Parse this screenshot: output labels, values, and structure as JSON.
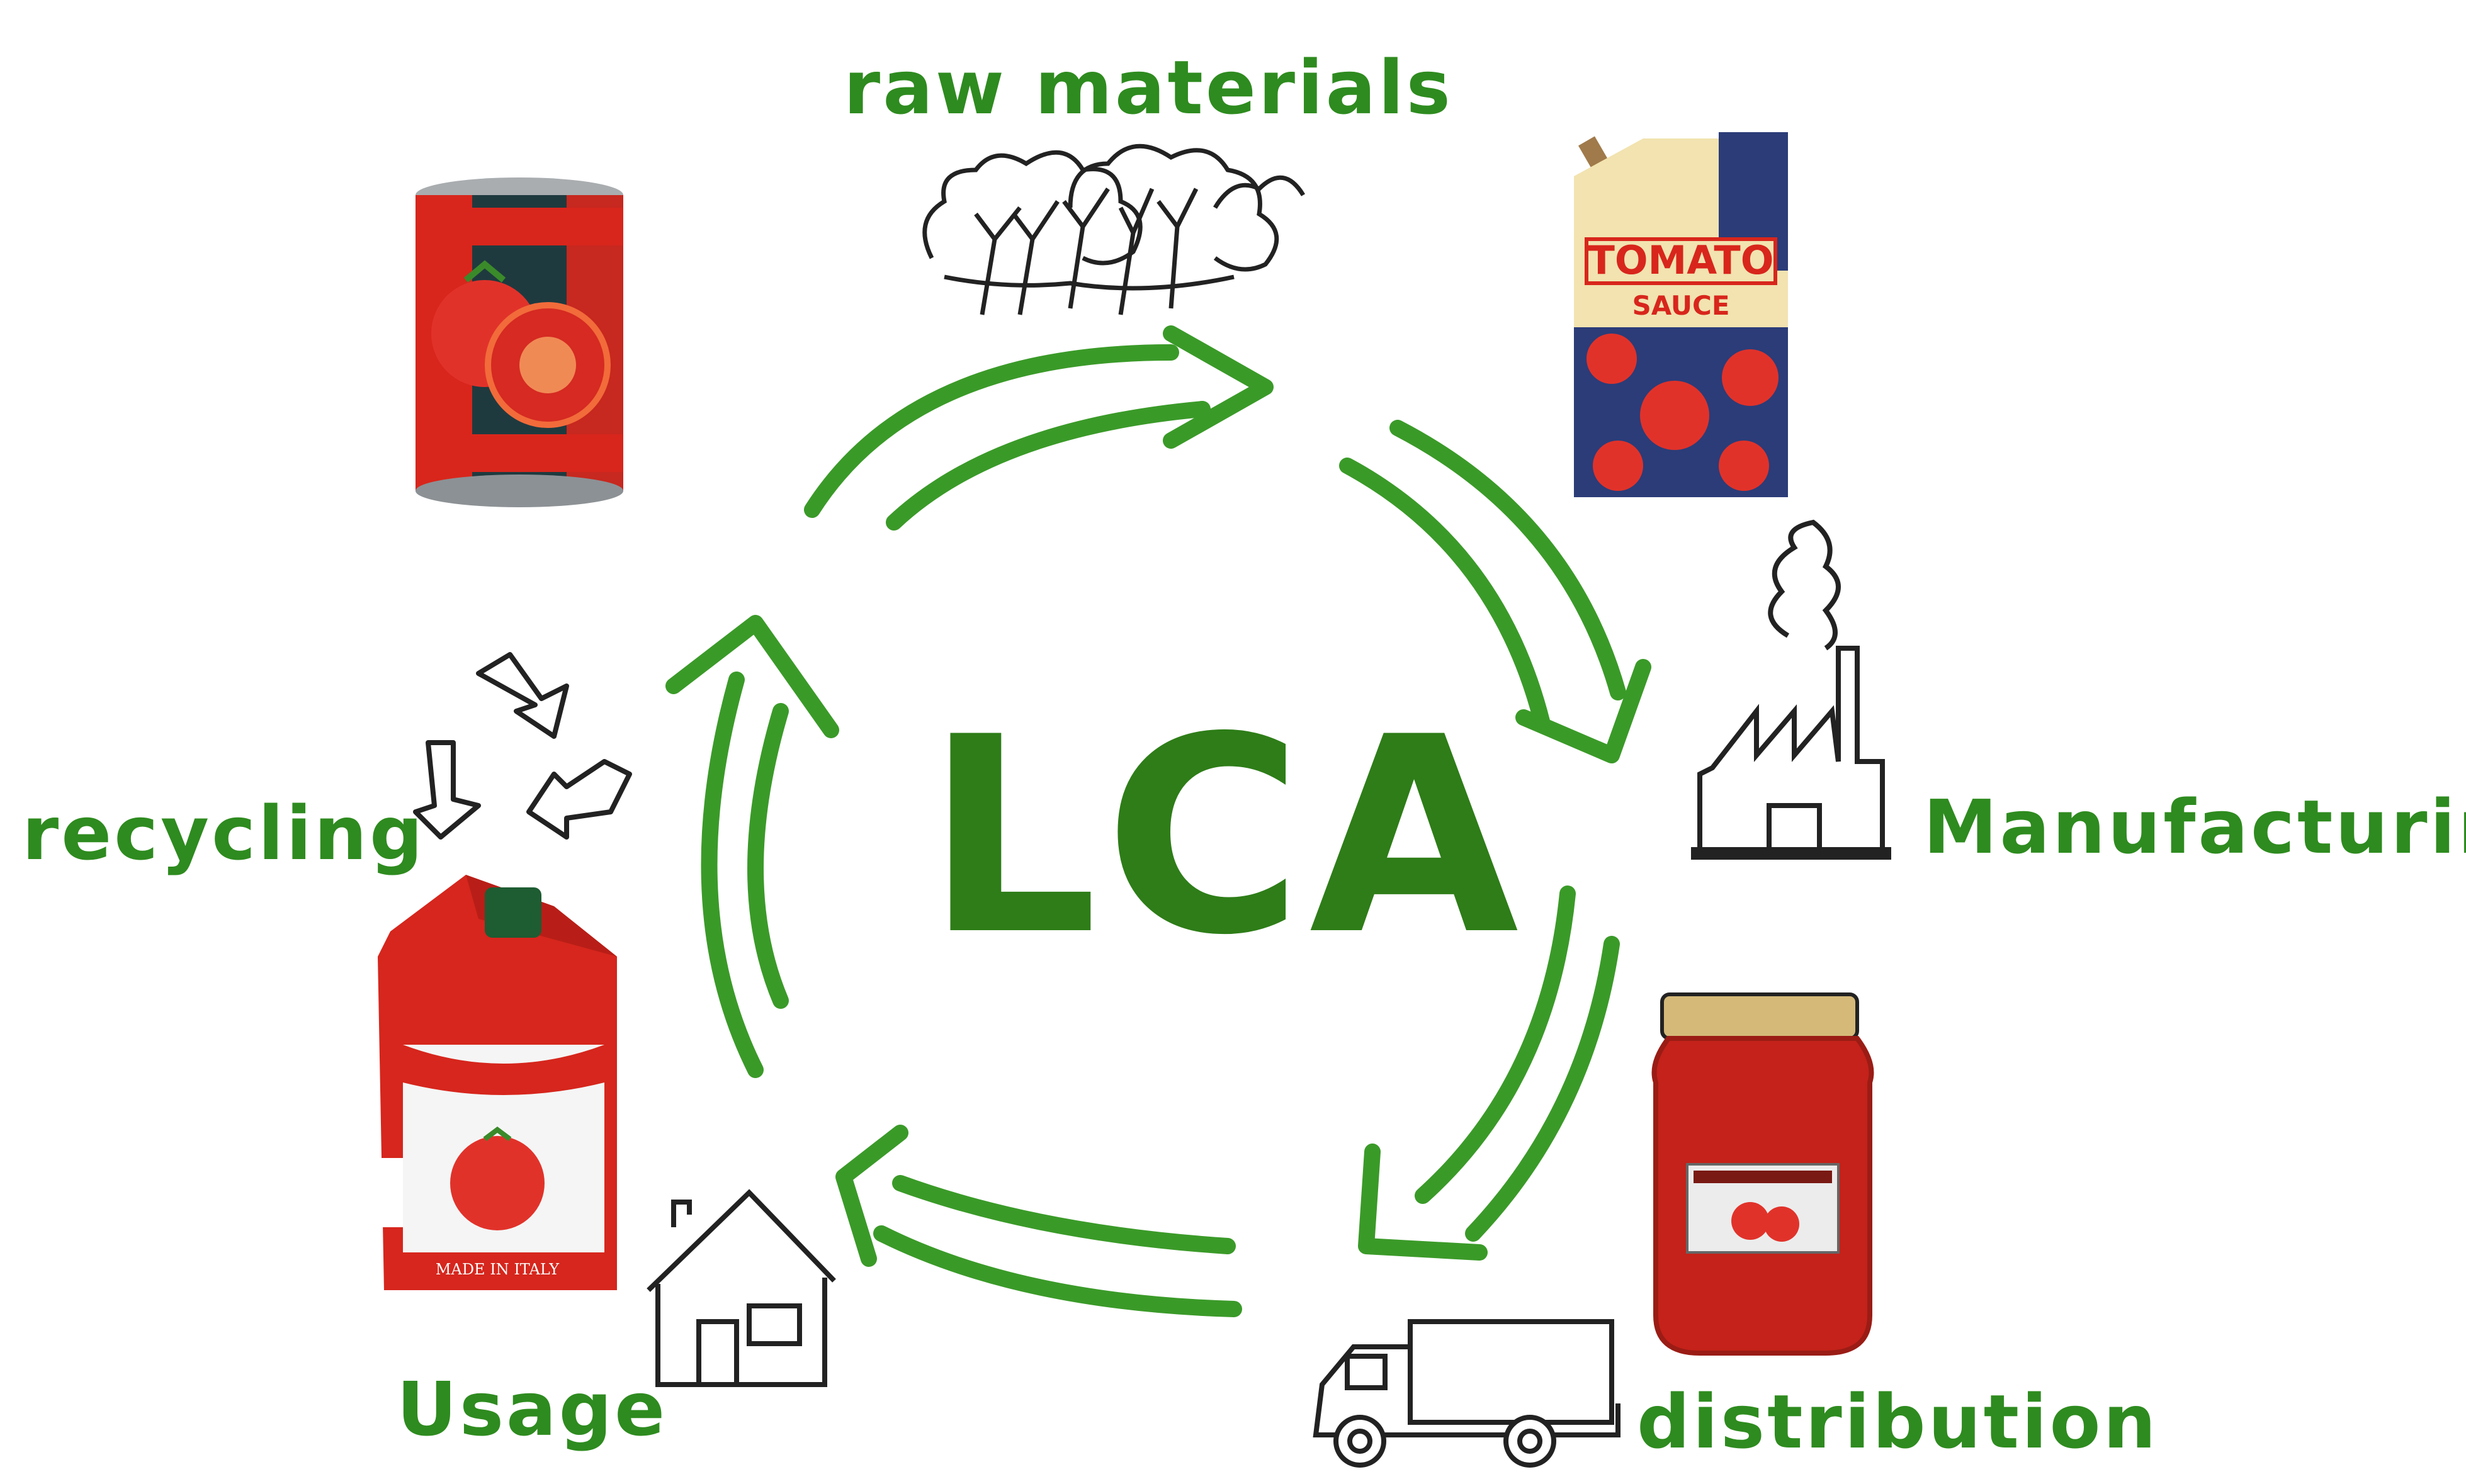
{
  "center": {
    "title": "LCA"
  },
  "stages": {
    "raw_materials": "raw materials",
    "manufacturing": "Manufacturing",
    "distribution": "distribution",
    "usage": "Usage",
    "recycling": "recycling"
  },
  "products": {
    "pouch_line1": "TOMATO",
    "pouch_line2": "SAUCE",
    "carton_label": "MADE IN ITALY"
  },
  "colors": {
    "green": "#2e8b1f",
    "tomato_red": "#d8261c",
    "can_dark": "#1f3a3f"
  },
  "icons": [
    "trees-icon",
    "factory-icon",
    "truck-icon",
    "house-icon",
    "recycle-icon"
  ]
}
